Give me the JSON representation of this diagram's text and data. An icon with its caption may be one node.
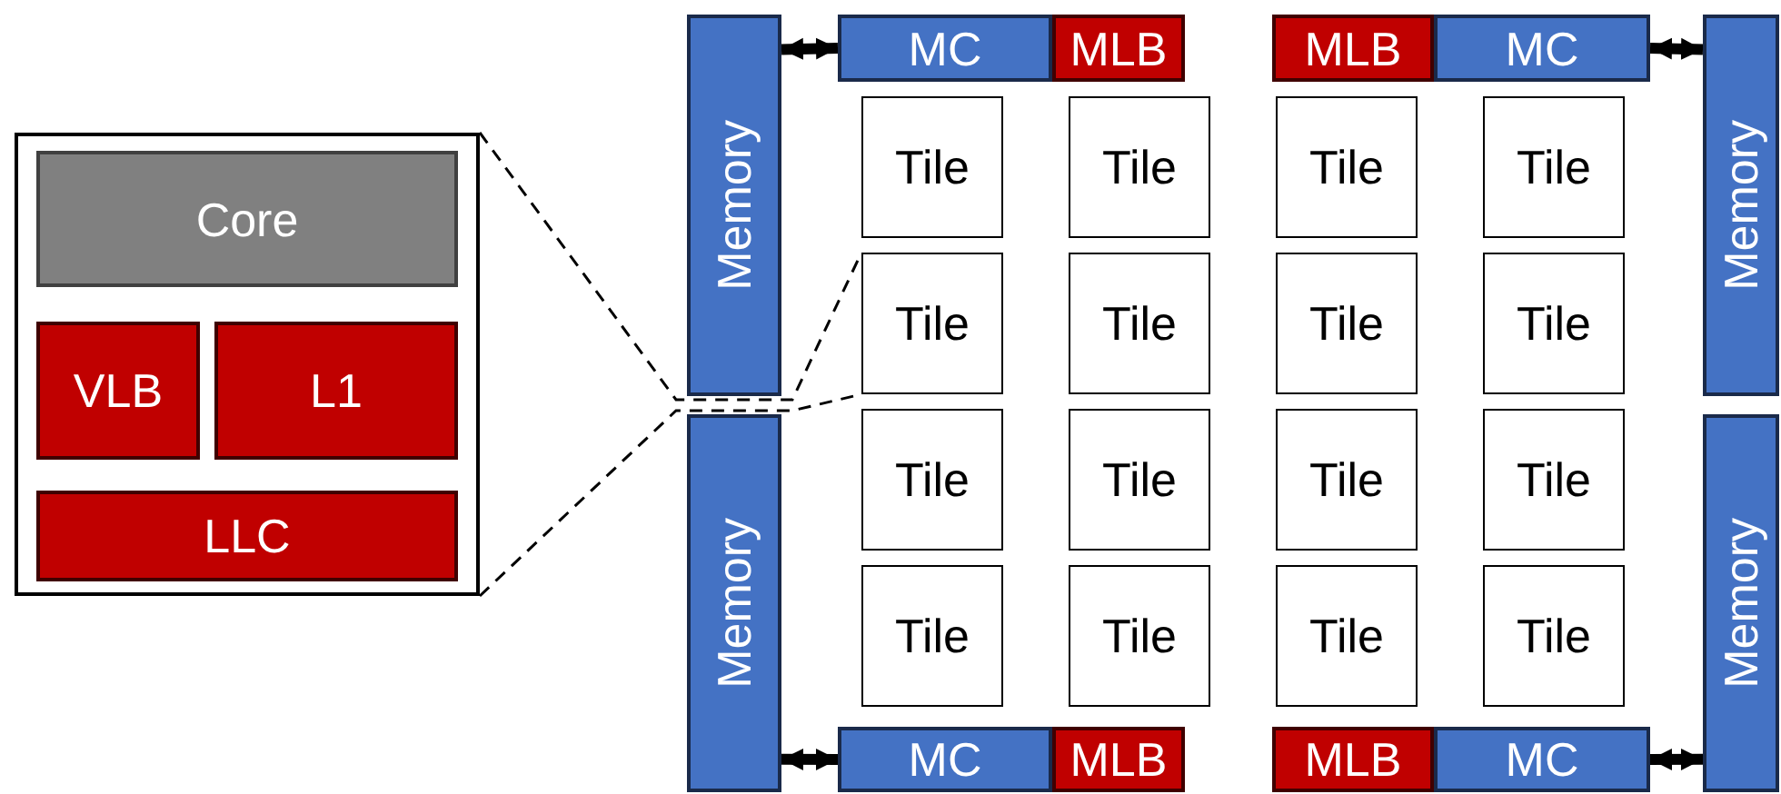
{
  "diagram": {
    "nodes": [
      {
        "text": [],
        "shape": "box"
      },
      {
        "text": [
          "Core"
        ],
        "in": 0
      },
      {
        "text": [
          "VLB"
        ],
        "in": 0
      },
      {
        "text": [
          "L1"
        ],
        "in": 0
      },
      {
        "text": [
          "LLC"
        ],
        "in": 0
      },
      {
        "text": [
          "Memory"
        ]
      },
      {
        "text": [
          "MC"
        ]
      },
      {
        "text": [
          "MLB"
        ]
      },
      {
        "text": [
          "MLB"
        ]
      },
      {
        "text": [
          "MC"
        ]
      },
      {
        "text": [
          "Memory"
        ]
      },
      {
        "text": [
          "Tile"
        ]
      },
      {
        "text": [
          "Tile"
        ]
      },
      {
        "text": [
          "Tile"
        ]
      },
      {
        "text": [
          "Tile"
        ]
      },
      {
        "text": [
          "Tile"
        ]
      },
      {
        "text": [
          "Tile"
        ]
      },
      {
        "text": [
          "Tile"
        ]
      },
      {
        "text": [
          "Tile"
        ]
      },
      {
        "text": [
          "Tile"
        ]
      },
      {
        "text": [
          "Tile"
        ]
      },
      {
        "text": [
          "Tile"
        ]
      },
      {
        "text": [
          "Tile"
        ]
      },
      {
        "text": [
          "Tile"
        ]
      },
      {
        "text": [
          "Tile"
        ]
      },
      {
        "text": [
          "Tile"
        ]
      },
      {
        "text": [
          "Tile"
        ]
      },
      {
        "text": [
          "Memory"
        ]
      },
      {
        "text": [
          "Memory"
        ]
      },
      {
        "text": [
          "MC"
        ]
      },
      {
        "text": [
          "MLB"
        ]
      },
      {
        "text": [
          "MLB"
        ]
      },
      {
        "text": [
          "MC"
        ]
      }
    ],
    "edges": [
      {
        "from": 5,
        "to": 6,
        "arrow": "both"
      },
      {
        "from": 9,
        "to": 10,
        "arrow": "both"
      },
      {
        "from": 27,
        "to": 29,
        "arrow": "both"
      },
      {
        "from": 32,
        "to": 28,
        "arrow": "both"
      },
      {
        "from": 0,
        "to": 15,
        "arrow": "none",
        "style": "dashed"
      },
      {
        "from": 0,
        "to": 15,
        "arrow": "none",
        "style": "dashed"
      }
    ]
  }
}
